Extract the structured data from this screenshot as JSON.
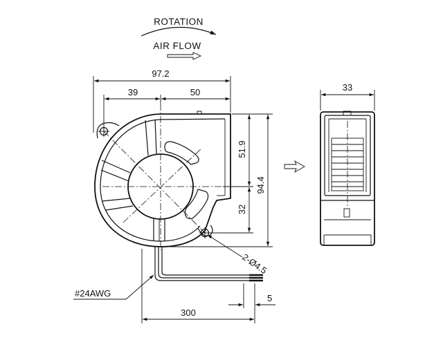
{
  "labels": {
    "rotation": "ROTATION",
    "air_flow": "AIR FLOW"
  },
  "front_view": {
    "overall_width": "97.2",
    "left_offset": "39",
    "right_offset": "50",
    "upper_height": "51.9",
    "overall_height": "94.4",
    "lower_height": "32",
    "mounting_holes": "2-Ø4.5",
    "wire_gauge": "#24AWG",
    "wire_length": "300",
    "wire_strip": "5"
  },
  "side_view": {
    "depth": "33"
  },
  "colors": {
    "line": "#111111",
    "background": "#ffffff"
  }
}
